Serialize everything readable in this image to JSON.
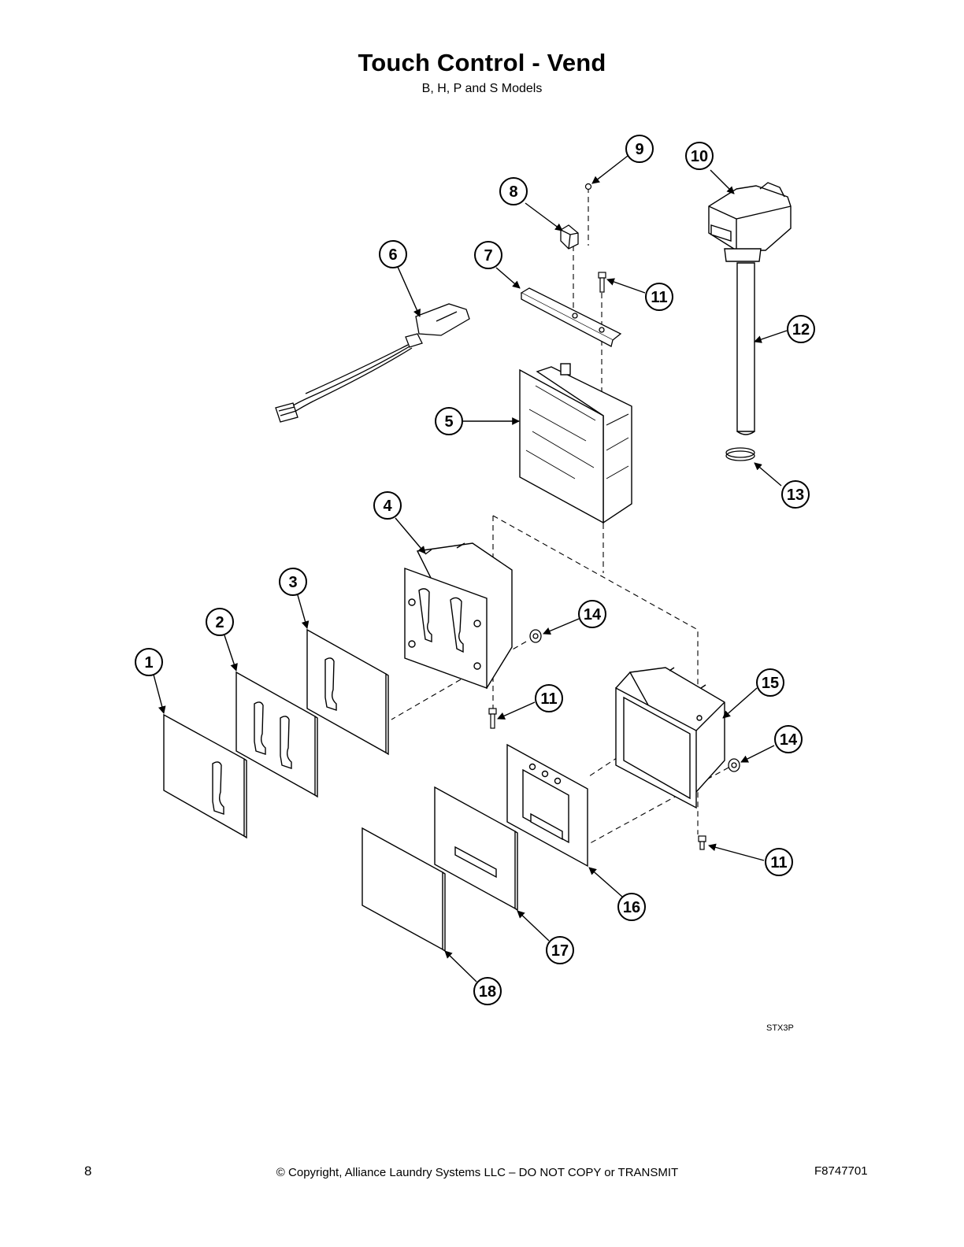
{
  "header": {
    "title": "Touch Control - Vend",
    "subtitle": "B, H, P and S Models"
  },
  "callouts": [
    {
      "label": "1"
    },
    {
      "label": "2"
    },
    {
      "label": "3"
    },
    {
      "label": "4"
    },
    {
      "label": "5"
    },
    {
      "label": "6"
    },
    {
      "label": "7"
    },
    {
      "label": "8"
    },
    {
      "label": "9"
    },
    {
      "label": "10"
    },
    {
      "label": "11"
    },
    {
      "label": "11"
    },
    {
      "label": "11"
    },
    {
      "label": "11"
    },
    {
      "label": "12"
    },
    {
      "label": "13"
    },
    {
      "label": "14"
    },
    {
      "label": "14"
    },
    {
      "label": "15"
    },
    {
      "label": "16"
    },
    {
      "label": "17"
    },
    {
      "label": "18"
    }
  ],
  "drawing_code": "STX3P",
  "footer": {
    "page_number": "8",
    "copyright": "© Copyright, Alliance Laundry Systems LLC – DO NOT COPY or TRANSMIT",
    "document_number": "F8747701"
  }
}
